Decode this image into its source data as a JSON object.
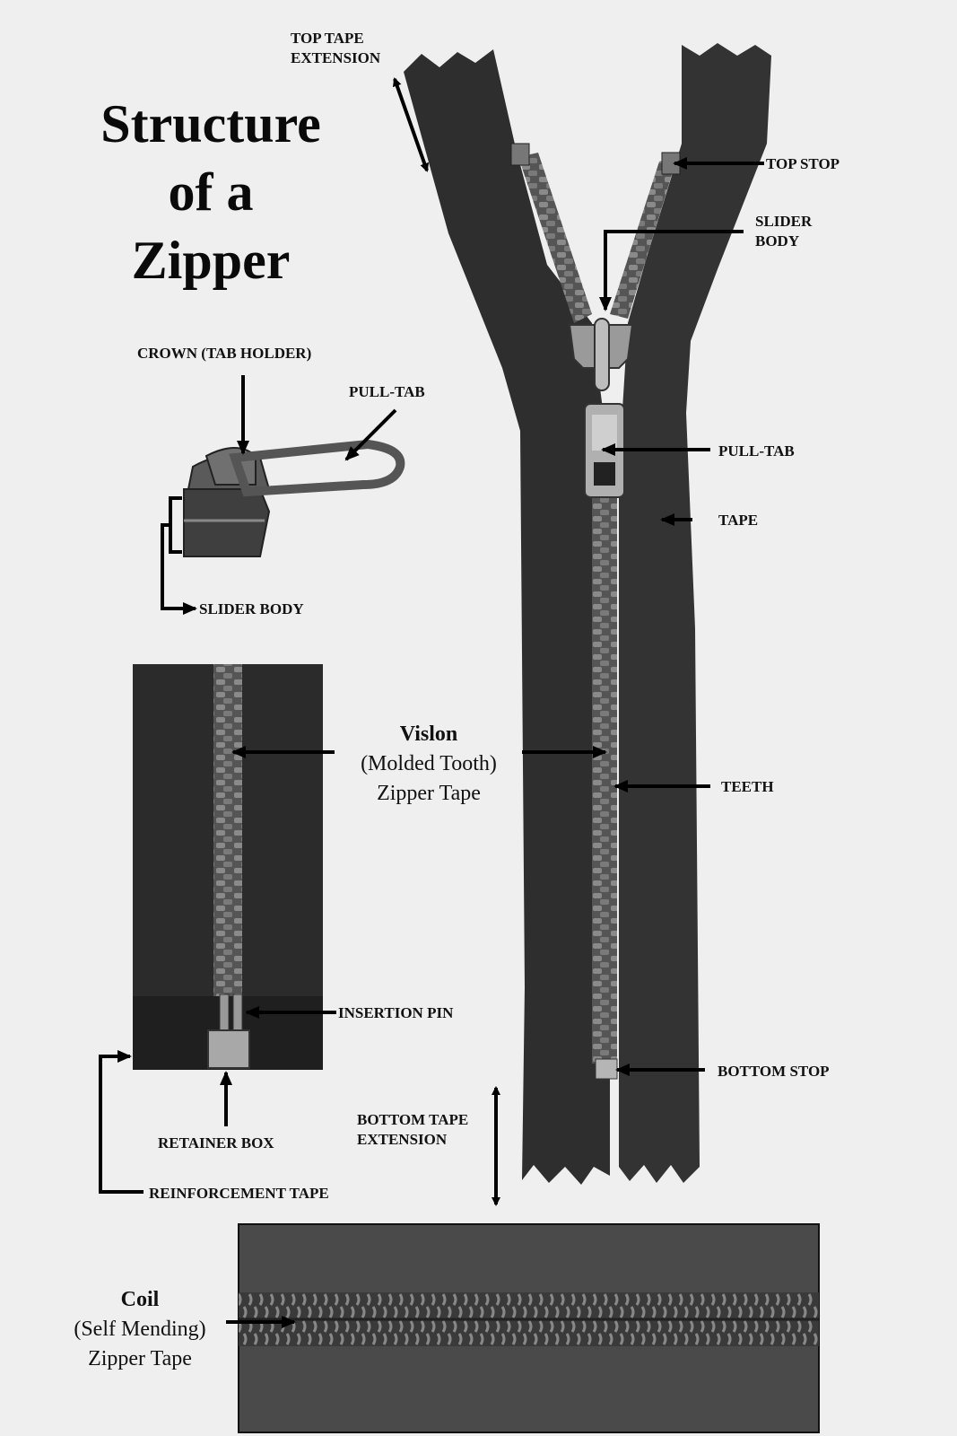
{
  "title": {
    "line1": "Structure",
    "line2": "of a",
    "line3": "Zipper"
  },
  "labels": {
    "top_tape_extension_1": "TOP TAPE",
    "top_tape_extension_2": "EXTENSION",
    "top_stop": "TOP STOP",
    "slider_body_right_1": "SLIDER",
    "slider_body_right_2": "BODY",
    "crown": "CROWN (TAB HOLDER)",
    "pull_tab_left": "PULL-TAB",
    "pull_tab_right": "PULL-TAB",
    "tape": "TAPE",
    "slider_body_left": "SLIDER BODY",
    "vislon_1": "Vislon",
    "vislon_2": "(Molded Tooth)",
    "vislon_3": "Zipper Tape",
    "teeth": "TEETH",
    "insertion_pin": "INSERTION PIN",
    "bottom_stop": "BOTTOM STOP",
    "retainer_box": "RETAINER BOX",
    "bottom_tape_extension_1": "BOTTOM TAPE",
    "bottom_tape_extension_2": "EXTENSION",
    "reinforcement_tape": "REINFORCEMENT TAPE",
    "coil_1": "Coil",
    "coil_2": "(Self Mending)",
    "coil_3": "Zipper Tape"
  }
}
